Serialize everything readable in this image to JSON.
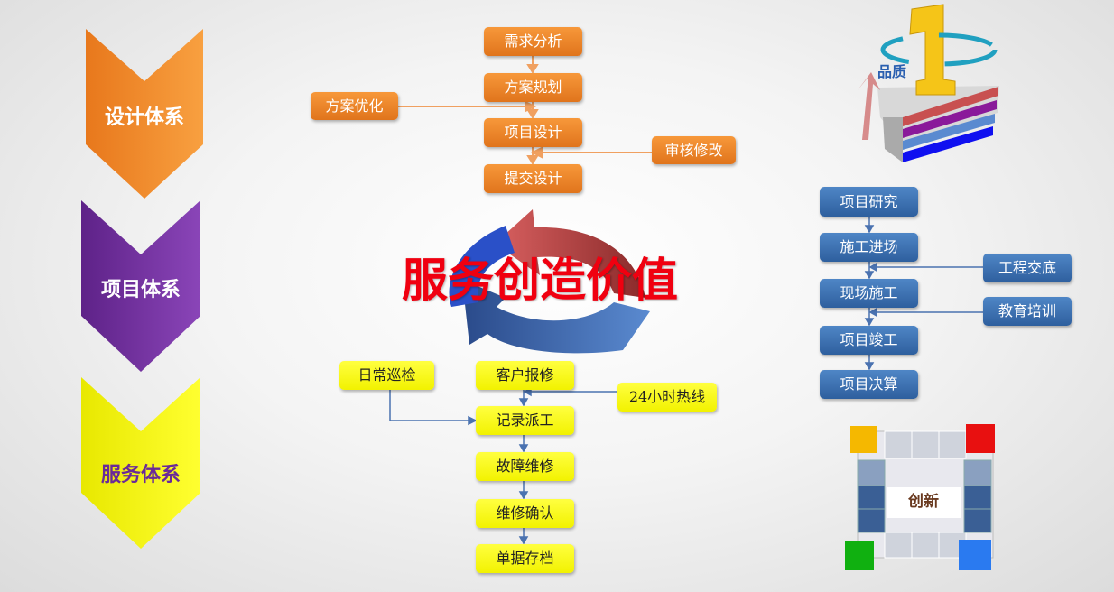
{
  "systems": [
    {
      "label": "设计体系",
      "color": "#f0892a"
    },
    {
      "label": "项目体系",
      "color": "#7a35a8"
    },
    {
      "label": "服务体系",
      "color": "#f5f500"
    }
  ],
  "design_flow": {
    "main": [
      "需求分析",
      "方案规划",
      "项目设计",
      "提交设计"
    ],
    "side_left": "方案优化",
    "side_right": "审核修改"
  },
  "center": {
    "title": "服务创造价值"
  },
  "service_flow": {
    "main": [
      "客户报修",
      "记录派工",
      "故障维修",
      "维修确认",
      "单据存档"
    ],
    "side_left": "日常巡检",
    "side_right": "24小时热线"
  },
  "project_flow": {
    "main": [
      "项目研究",
      "施工进场",
      "现场施工",
      "项目竣工",
      "项目决算"
    ],
    "side": [
      "工程交底",
      "教育培训"
    ]
  },
  "quality_graphic": {
    "label": "品质",
    "number": "1"
  },
  "innovation_graphic": {
    "label": "创新"
  }
}
